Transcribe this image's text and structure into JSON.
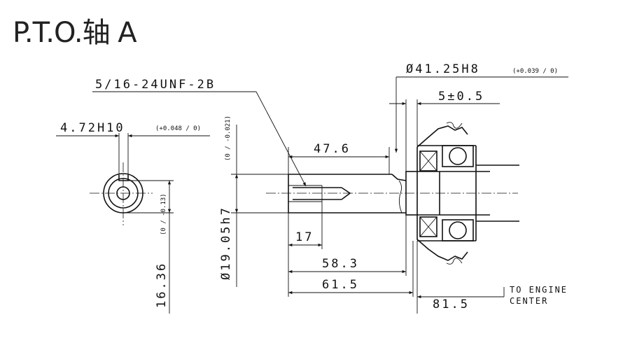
{
  "title": "P.T.O.轴 A",
  "dims": {
    "thread": "5/16-24UNF-2B",
    "bore_dia": "Ø41.25H8",
    "bore_tol": "(+0.039 / 0)",
    "offset": "5±0.5",
    "keyway": "4.72H10",
    "keyway_tol": "(+0.048 / 0)",
    "len_47_6": "47.6",
    "shaft_dia": "Ø19.05h7",
    "shaft_dia_tol": "(0 / -0.021)",
    "len_17": "17",
    "len_58_3": "58.3",
    "len_61_5": "61.5",
    "len_81_5": "81.5",
    "key_height": "16.36",
    "key_height_tol": "(0 / -0.13)"
  },
  "note": {
    "line1": "TO ENGINE",
    "line2": "CENTER"
  }
}
